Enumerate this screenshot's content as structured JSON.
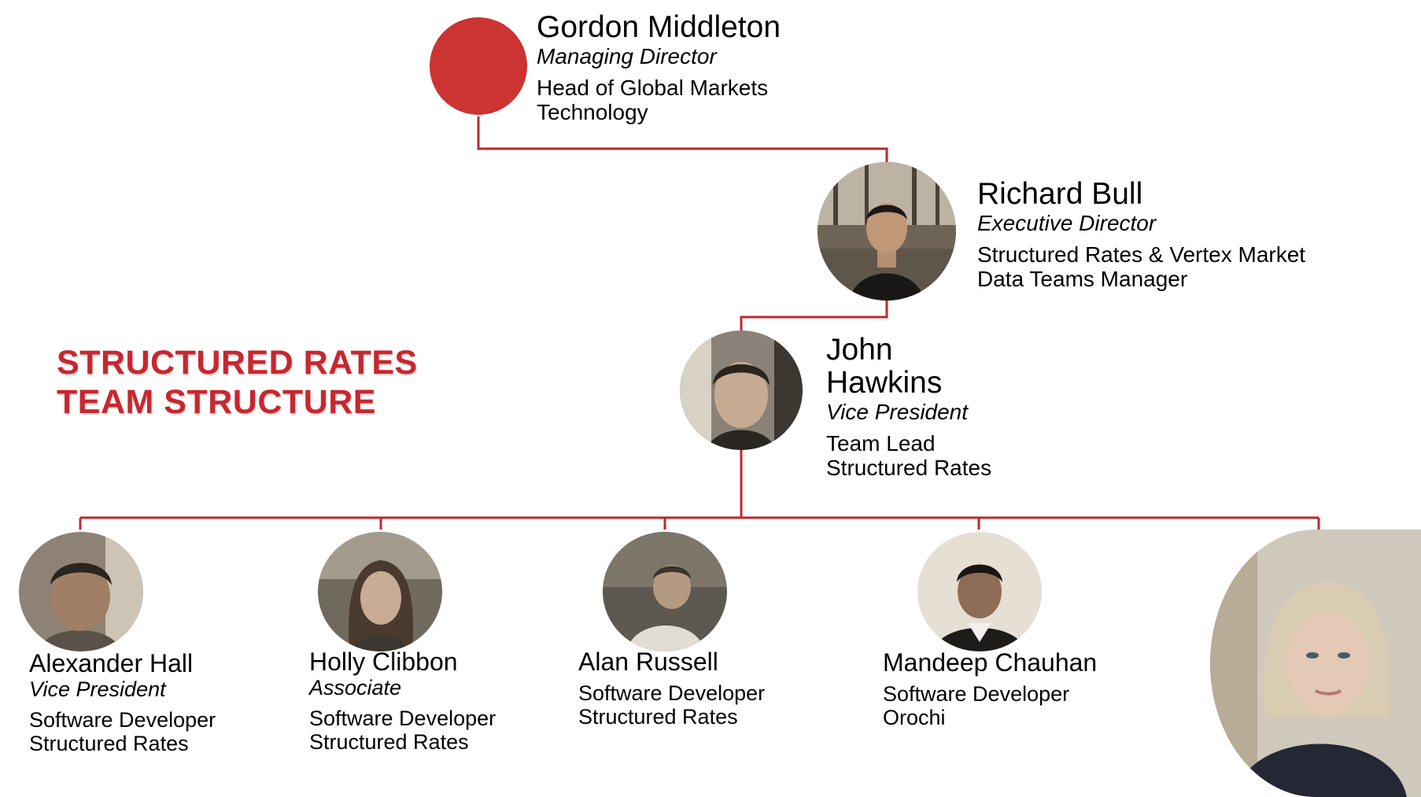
{
  "team_title": {
    "line1": "STRUCTURED RATES",
    "line2": "TEAM STRUCTURE"
  },
  "colors": {
    "accent": "#c8272f",
    "connector": "#c0272d",
    "avatar_placeholder": "#cc3333"
  },
  "people": {
    "gordon": {
      "name": "Gordon Middleton",
      "title": "Managing Director",
      "role_line1": "Head of Global Markets",
      "role_line2": "Technology"
    },
    "richard": {
      "name": "Richard Bull",
      "title": "Executive Director",
      "role_line1": "Structured Rates & Vertex Market",
      "role_line2": "Data Teams Manager"
    },
    "john": {
      "name_line1": "John",
      "name_line2": "Hawkins",
      "title": "Vice President",
      "role_line1": "Team Lead",
      "role_line2": "Structured Rates"
    },
    "alexander": {
      "name": "Alexander Hall",
      "title": "Vice President",
      "role_line1": "Software Developer",
      "role_line2": "Structured Rates"
    },
    "holly": {
      "name": "Holly Clibbon",
      "title": "Associate",
      "role_line1": "Software Developer",
      "role_line2": "Structured Rates"
    },
    "alan": {
      "name": "Alan Russell",
      "role_line1": "Software Developer",
      "role_line2": "Structured Rates"
    },
    "mandeep": {
      "name": "Mandeep Chauhan",
      "role_line1": "Software Developer",
      "role_line2": "Orochi"
    }
  }
}
